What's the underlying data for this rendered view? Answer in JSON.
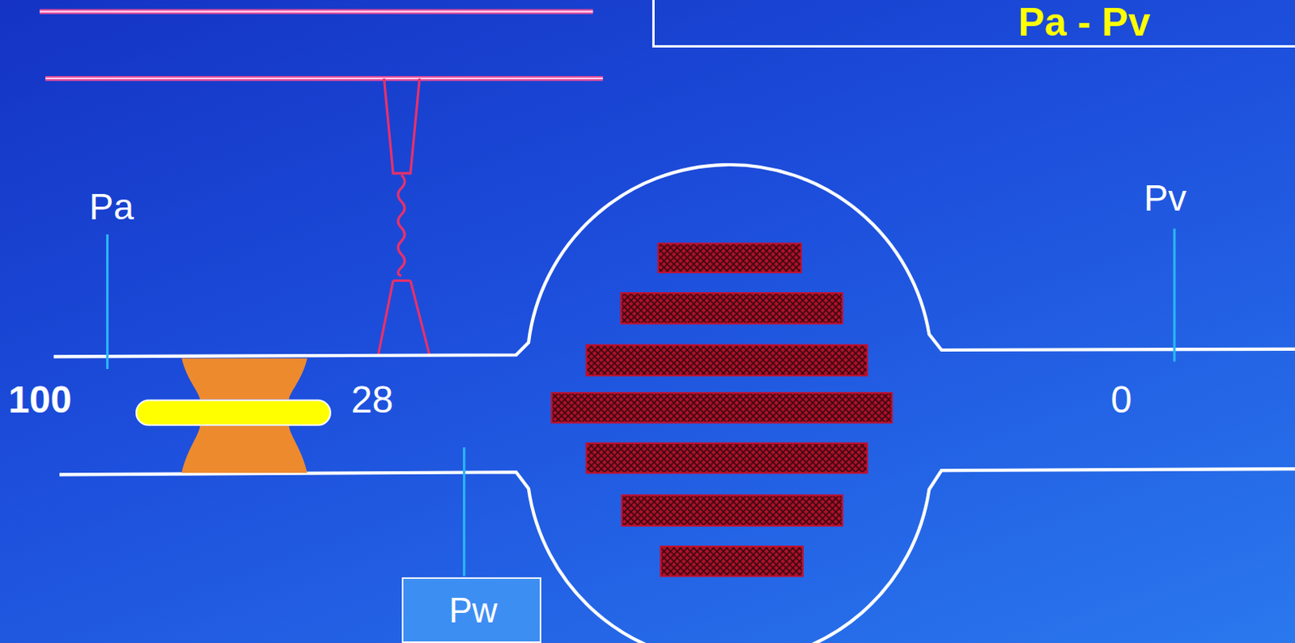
{
  "diagram": {
    "nodes": [
      {
        "text": [
          "Pa - Pv"
        ]
      },
      {
        "text": [
          "Pw"
        ]
      }
    ],
    "labels": [
      "Pa",
      "Pv",
      "100",
      "28",
      "0"
    ]
  }
}
